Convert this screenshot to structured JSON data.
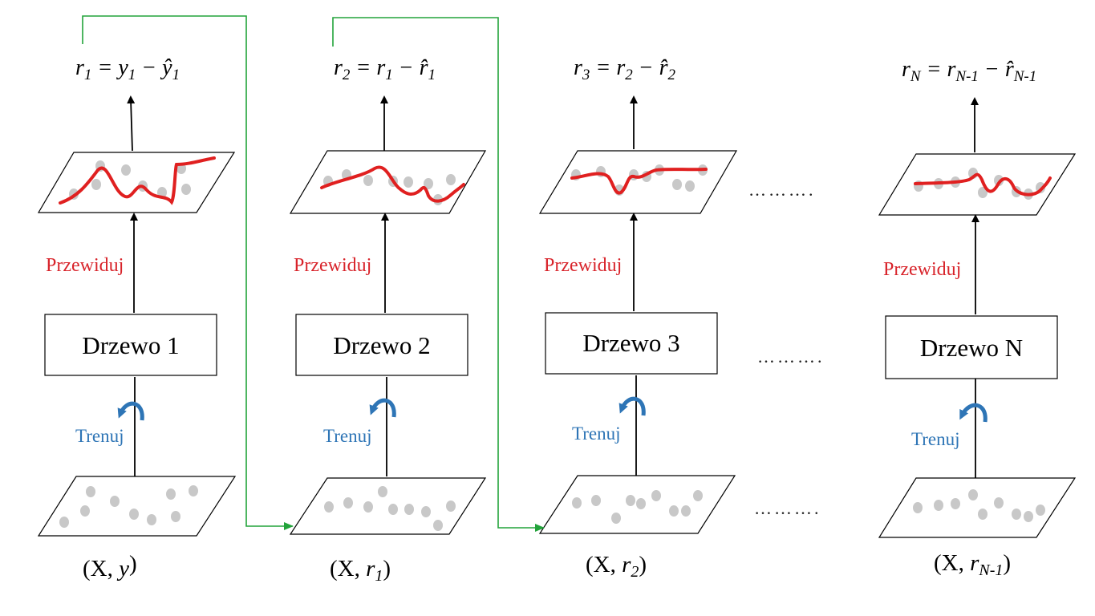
{
  "colors": {
    "predict": "#d8232a",
    "train": "#2e75b6",
    "flow_arrow": "#22a33a",
    "fit_curve": "#e02020",
    "points": "#c8c8c8",
    "text": "#000000"
  },
  "ellipsis": "……….",
  "stages": [
    {
      "tree_label": "Drzewo 1",
      "predict_label": "Przewiduj",
      "train_label": "Trenuj",
      "formula": {
        "lhs": "r",
        "lhs_sub": "1",
        "eq": " = ",
        "a": "y",
        "a_sub": "1",
        "minus": " − ",
        "b": "ŷ",
        "b_sub": "1"
      },
      "data_label": {
        "open": "(X, ",
        "var": "y",
        "sub": "",
        "close": ")"
      }
    },
    {
      "tree_label": "Drzewo 2",
      "predict_label": "Przewiduj",
      "train_label": "Trenuj",
      "formula": {
        "lhs": "r",
        "lhs_sub": "2",
        "eq": " = ",
        "a": "r",
        "a_sub": "1",
        "minus": " − ",
        "b": "r̂",
        "b_sub": "1"
      },
      "data_label": {
        "open": "(X, ",
        "var": "r",
        "sub": "1",
        "close": ")"
      }
    },
    {
      "tree_label": "Drzewo 3",
      "predict_label": "Przewiduj",
      "train_label": "Trenuj",
      "formula": {
        "lhs": "r",
        "lhs_sub": "3",
        "eq": " = ",
        "a": "r",
        "a_sub": "2",
        "minus": " − ",
        "b": "r̂",
        "b_sub": "2"
      },
      "data_label": {
        "open": "(X, ",
        "var": "r",
        "sub": "2",
        "close": ")"
      }
    },
    {
      "tree_label": "Drzewo N",
      "predict_label": "Przewiduj",
      "train_label": "Trenuj",
      "formula": {
        "lhs": "r",
        "lhs_sub": "N",
        "eq": " = ",
        "a": "r",
        "a_sub": "N-1",
        "minus": " − ",
        "b": "r̂",
        "b_sub": "N-1"
      },
      "data_label": {
        "open": "(X, ",
        "var": "r",
        "sub": "N-1",
        "close": ")"
      }
    }
  ]
}
